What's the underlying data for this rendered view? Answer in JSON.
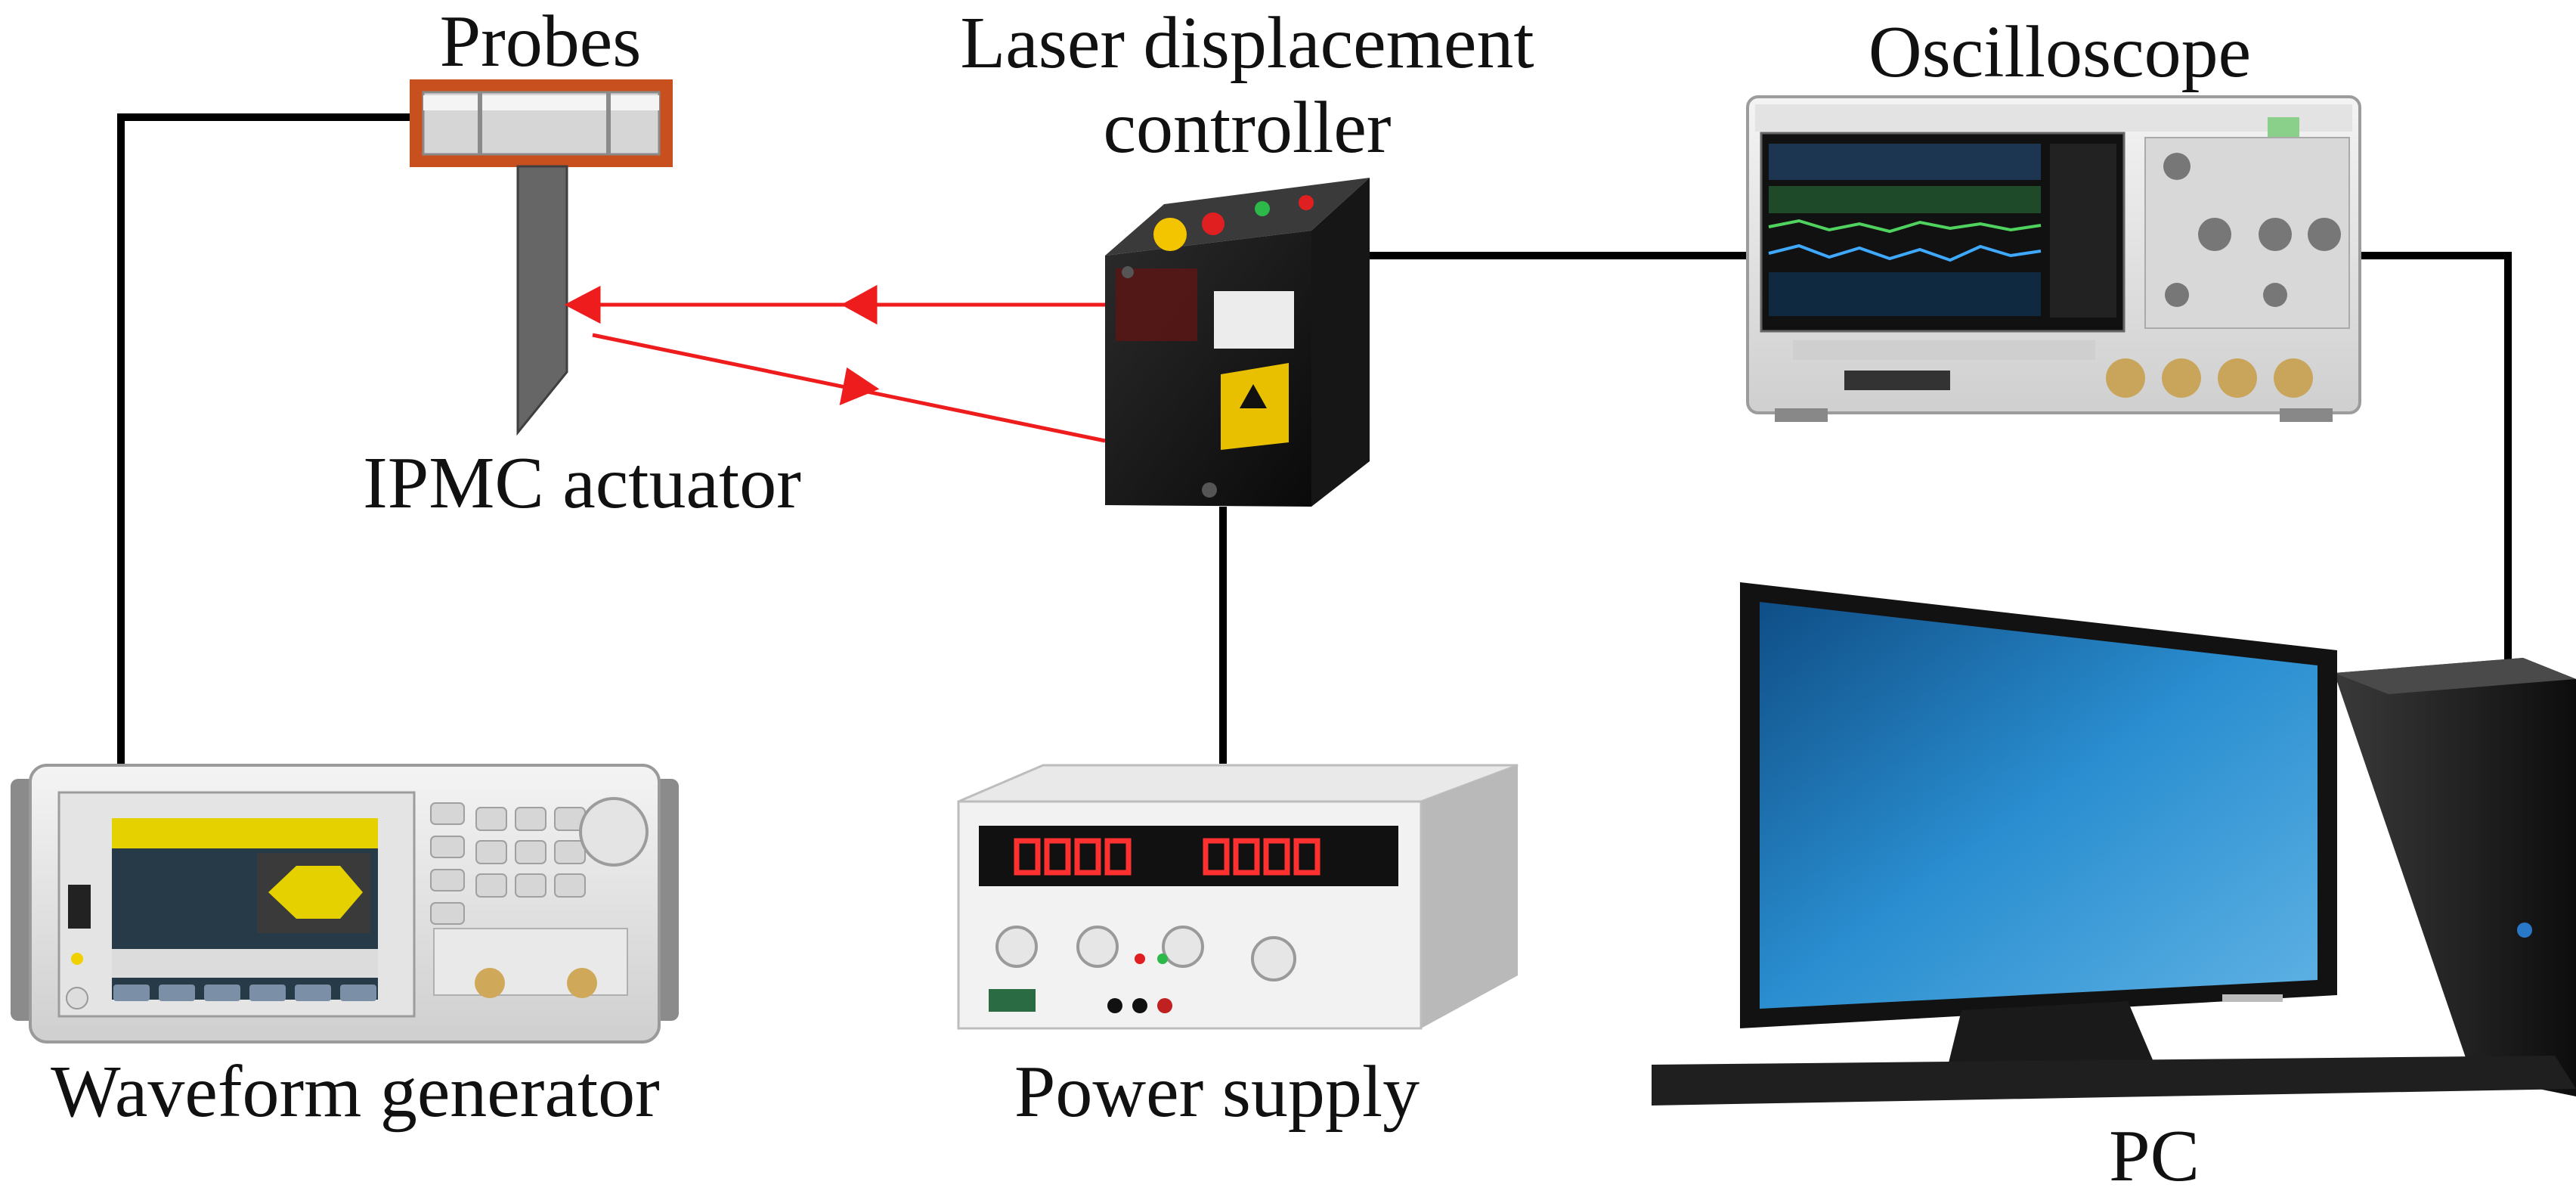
{
  "labels": {
    "probes": "Probes",
    "laser_line1": "Laser displacement",
    "laser_line2": "controller",
    "oscilloscope": "Oscilloscope",
    "ipmc": "IPMC actuator",
    "waveform_generator": "Waveform generator",
    "power_supply": "Power supply",
    "pc": "PC"
  },
  "colors": {
    "wire": "#000000",
    "laser_beam": "#ee1c1c",
    "probe_frame": "#c8501e",
    "actuator": "#666666",
    "monitor_screen": "#2a86c6"
  },
  "icons": {
    "waveform_generator": "waveform-generator-icon",
    "power_supply": "power-supply-icon",
    "oscilloscope": "oscilloscope-icon",
    "laser_sensor": "laser-sensor-icon",
    "pc": "pc-icon"
  }
}
